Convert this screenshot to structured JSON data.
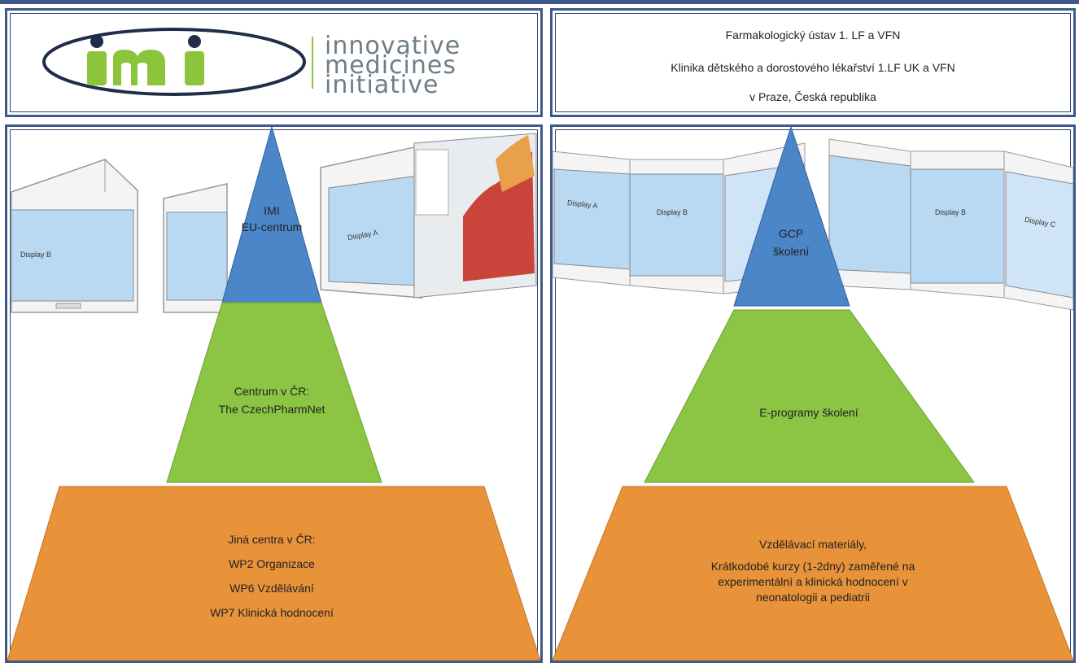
{
  "logo": {
    "mark": "imi",
    "words": [
      "innovative",
      "medicines",
      "initiative"
    ]
  },
  "affiliation": {
    "lines": [
      "Farmakologický ústav 1. LF a VFN",
      "Klinika dětského a dorostového lékařství 1.LF UK a VFN",
      "v Praze, Česká republika"
    ]
  },
  "left_pyramid": {
    "top": [
      "IMI",
      "EU-centrum"
    ],
    "middle": [
      "Centrum v ČR:",
      "The CzechPharmNet"
    ],
    "bottom": [
      "Jiná centra v ČR:",
      "WP2 Organizace",
      "WP6 Vzdělávání",
      "WP7 Klinická hodnocení"
    ]
  },
  "right_pyramid": {
    "top": [
      "GCP",
      "školení"
    ],
    "middle": [
      "E-programy školení"
    ],
    "bottom": [
      "Vzdělávací materiály,",
      "Krátkodobé kurzy (1-2dny)  zaměřené na",
      "experimentální a klinická hodnocení v",
      "neonatologii a pediatrii"
    ]
  },
  "display_labels": {
    "a": "Display A",
    "b": "Display B",
    "c": "Display C"
  },
  "colors": {
    "frame": "#3d5a8c",
    "pyramid_top": "#4a86c8",
    "pyramid_middle": "#8cc444",
    "pyramid_bottom": "#e8923a",
    "logo_green": "#8cc43c",
    "screen": "#b9d9f3"
  }
}
